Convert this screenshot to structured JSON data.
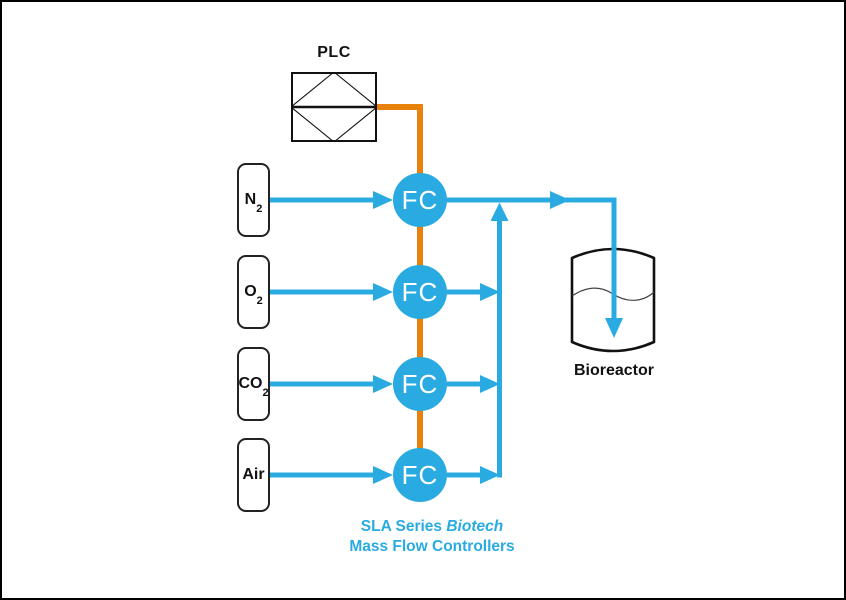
{
  "diagram": {
    "plc": {
      "label": "PLC"
    },
    "gases": [
      {
        "name": "nitrogen",
        "main": "N",
        "sub": "2"
      },
      {
        "name": "oxygen",
        "main": "O",
        "sub": "2"
      },
      {
        "name": "carbon-dioxide",
        "main": "CO",
        "sub": "2"
      },
      {
        "name": "air",
        "main": "Air",
        "sub": ""
      }
    ],
    "controller_label": "FC",
    "bioreactor": {
      "label": "Bioreactor"
    },
    "caption": {
      "line1_regular": "SLA Series ",
      "line1_italic": "Biotech",
      "line2": "Mass Flow Controllers"
    },
    "colors": {
      "flow_cyan": "#29ABE2",
      "control_orange": "#E8820C",
      "line_black": "#111111"
    }
  }
}
